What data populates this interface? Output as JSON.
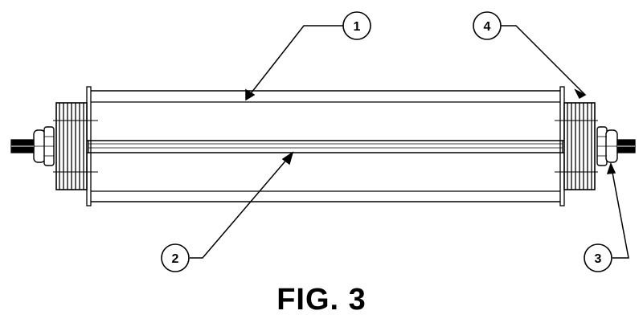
{
  "figure": {
    "caption": "FIG. 3",
    "callouts": [
      {
        "id": "callout-1",
        "label": "1"
      },
      {
        "id": "callout-2",
        "label": "2"
      },
      {
        "id": "callout-3",
        "label": "3"
      },
      {
        "id": "callout-4",
        "label": "4"
      }
    ]
  },
  "colors": {
    "line": "#000000",
    "background": "#ffffff"
  }
}
